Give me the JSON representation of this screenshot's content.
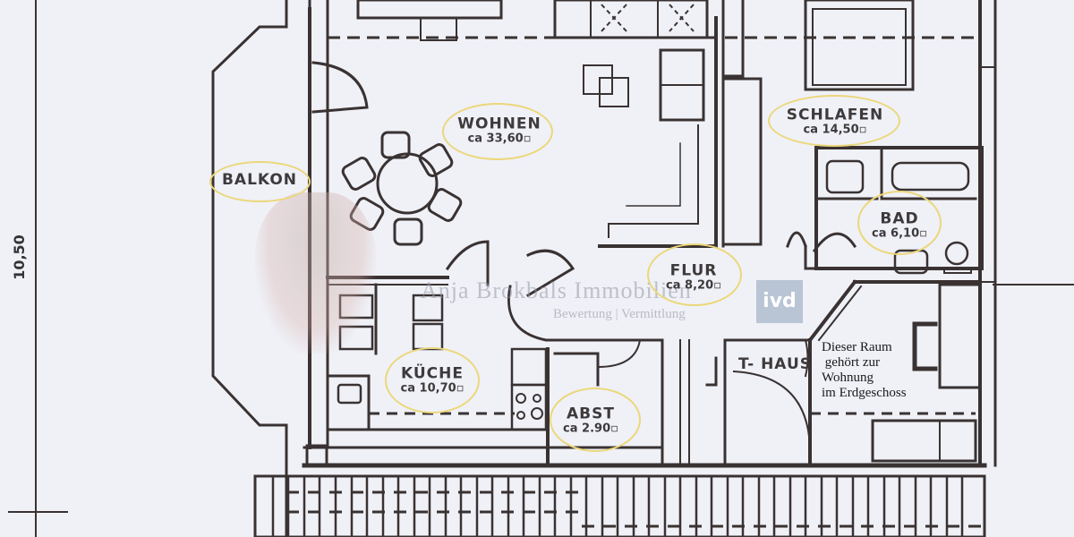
{
  "plan": {
    "dimension_label": "10,50",
    "rooms": [
      {
        "id": "balkon",
        "name": "BALKON",
        "area": ""
      },
      {
        "id": "wohnen",
        "name": "WOHNEN",
        "area": "ca 33,60▫"
      },
      {
        "id": "schlafen",
        "name": "SCHLAFEN",
        "area": "ca 14,50▫"
      },
      {
        "id": "bad",
        "name": "BAD",
        "area": "ca 6,10▫"
      },
      {
        "id": "flur",
        "name": "FLUR",
        "area": "ca 8,20▫"
      },
      {
        "id": "kueche",
        "name": "KÜCHE",
        "area": "ca 10,70▫"
      },
      {
        "id": "abst",
        "name": "ABST",
        "area": "ca 2.90▫"
      },
      {
        "id": "thaus",
        "name": "T- HAUS",
        "area": ""
      }
    ],
    "note": [
      "Dieser Raum",
      " gehört zur",
      "Wohnung",
      "im Erdgeschoss"
    ],
    "highlight_color": "#ecd77a",
    "wall_color": "#3a3232"
  },
  "watermark": {
    "company": "Anja Brokbals Immobilien",
    "tagline": "Bewertung | Vermittlung",
    "badge": "ivd"
  }
}
